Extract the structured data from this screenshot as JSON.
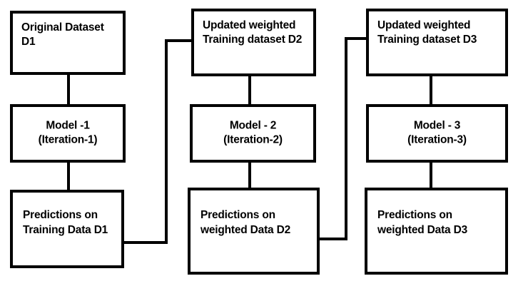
{
  "diagram": {
    "title": "Boosting iterations flowchart",
    "type": "flowchart",
    "stroke_color": "#000000",
    "background_color": "#ffffff",
    "columns": [
      {
        "iteration": 1,
        "dataset": "Original Dataset\nD1",
        "model": "Model -1\n(Iteration-1)",
        "predictions": "Predictions on\nTraining Data D1"
      },
      {
        "iteration": 2,
        "dataset": "Updated weighted\nTraining dataset D2",
        "model": "Model - 2\n(Iteration-2)",
        "predictions": "Predictions on\nweighted Data D2"
      },
      {
        "iteration": 3,
        "dataset": "Updated weighted\nTraining dataset D3",
        "model": "Model - 3\n(Iteration-3)",
        "predictions": "Predictions on\nweighted Data D3"
      }
    ],
    "connections": [
      {
        "from": "dataset-1",
        "to": "model-1",
        "style": "vertical"
      },
      {
        "from": "model-1",
        "to": "predictions-1",
        "style": "vertical"
      },
      {
        "from": "dataset-2",
        "to": "model-2",
        "style": "vertical"
      },
      {
        "from": "model-2",
        "to": "predictions-2",
        "style": "vertical"
      },
      {
        "from": "dataset-3",
        "to": "model-3",
        "style": "vertical"
      },
      {
        "from": "model-3",
        "to": "predictions-3",
        "style": "vertical"
      },
      {
        "from": "predictions-1",
        "to": "dataset-2",
        "style": "elbow-right-up-right"
      },
      {
        "from": "predictions-2",
        "to": "dataset-3",
        "style": "elbow-right-up-right"
      }
    ]
  }
}
